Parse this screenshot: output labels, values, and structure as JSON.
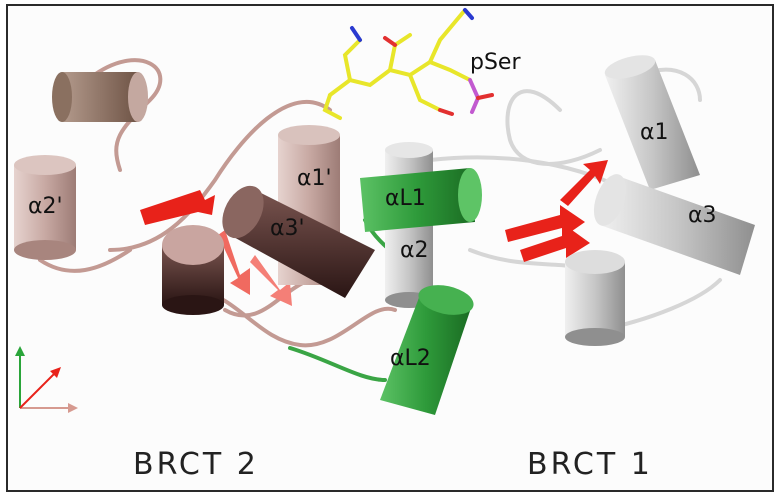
{
  "labels": {
    "pser": "pSer",
    "a1": "α1",
    "a3": "α3",
    "a1p": "α1'",
    "aL1": "αL1",
    "a3p": "α3'",
    "a2": "α2",
    "a2p": "α2'",
    "aL2": "αL2"
  },
  "domains": {
    "left": "BRCT 2",
    "right": "BRCT 1"
  },
  "colors": {
    "brct2_helix": "#c8a9a3",
    "brct2_dark": "#4a2a28",
    "brct1_helix": "#c9c9c9",
    "linker": "#2e9a3a",
    "strand": "#e8221a",
    "ligand": "#e8e62a"
  }
}
